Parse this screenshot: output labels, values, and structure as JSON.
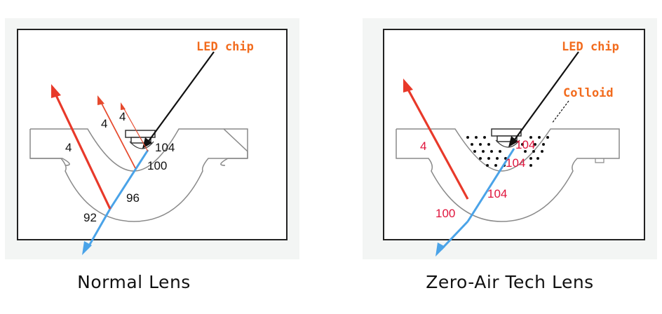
{
  "diagrams": [
    {
      "caption": "Normal Lens",
      "chip_label": "LED chip",
      "numbers": {
        "n104": "104",
        "n100": "100",
        "n96": "96",
        "n92": "92",
        "n4a": "4",
        "n4b": "4",
        "n4c": "4"
      }
    },
    {
      "caption": "Zero-Air Tech Lens",
      "chip_label": "LED chip",
      "colloid_label": "Colloid",
      "numbers": {
        "n104a": "104",
        "n104b": "104",
        "n104c": "104",
        "n100": "100",
        "n4": "4"
      }
    }
  ],
  "colors": {
    "label_orange": "#f26b1d",
    "ray_red": "#e8392a",
    "ray_thin": "#e64a2e",
    "ray_blue": "#4aa3e8",
    "number_red": "#e0143c",
    "frame": "#222222",
    "lens_line": "#8a8a8a"
  }
}
